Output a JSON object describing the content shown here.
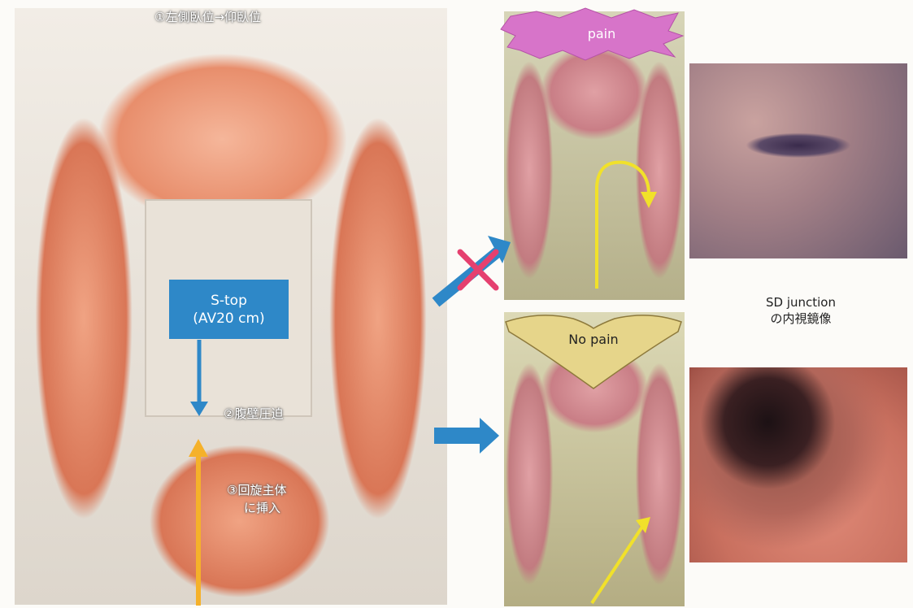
{
  "main_panel": {
    "step1_label": "①左側臥位→仰臥位",
    "stop_box": {
      "line1": "S-top",
      "line2": "(AV20 cm)"
    },
    "step2_label": "②腹壁圧迫",
    "step3_line1": "③回旋主体",
    "step3_line2": "に挿入"
  },
  "top_right_panel": {
    "badge": "pain",
    "badge_color": "#d774c9",
    "result": "cross-mark"
  },
  "bottom_right_panel": {
    "badge": "No pain",
    "badge_color": "#e6d58a"
  },
  "endoscopy": {
    "caption_line1": "SD junction",
    "caption_line2": "の内視鏡像"
  },
  "colors": {
    "arrow_blue": "#2e88c8",
    "arrow_orange": "#f5b12a",
    "arrow_yellow": "#f1e12a",
    "cross_pink": "#e5406f"
  }
}
